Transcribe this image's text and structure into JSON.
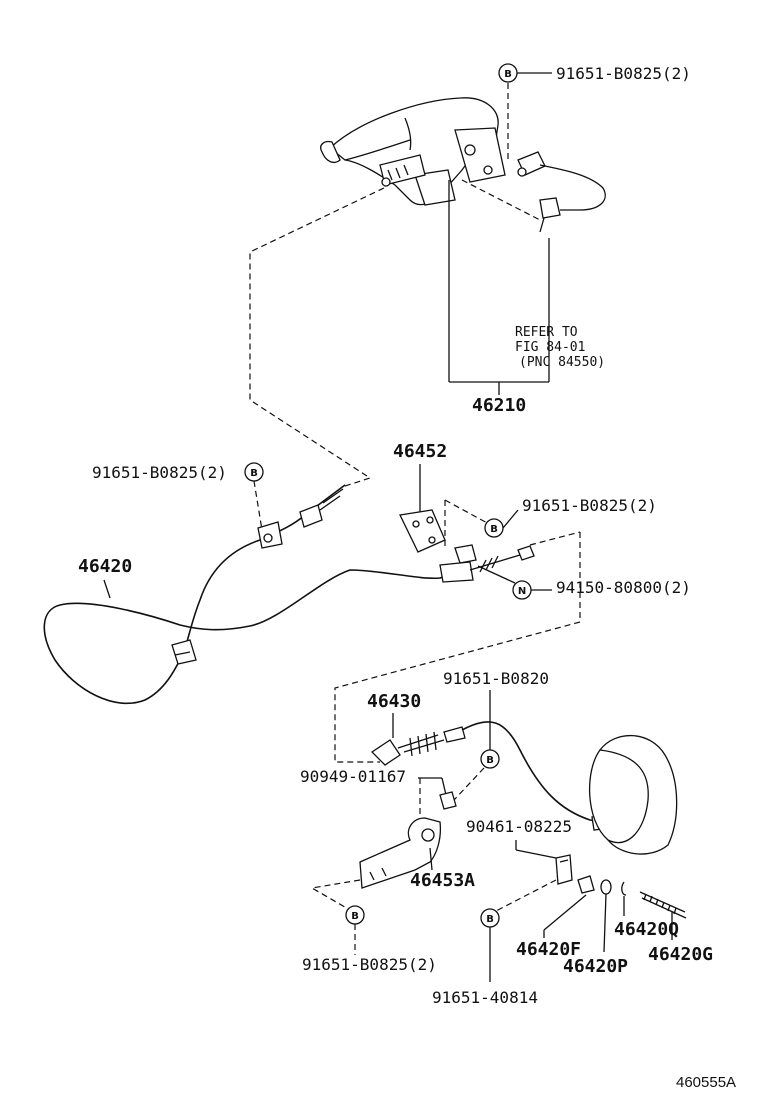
{
  "callouts": {
    "c1": {
      "part_no": "91651-B0825(2)",
      "marker": "B"
    },
    "c2": {
      "part_no": "91651-B0825(2)",
      "marker": "B"
    },
    "c3": {
      "part_no": "91651-B0825(2)",
      "marker": "B"
    },
    "c4": {
      "part_no": "94150-80800(2)",
      "marker": "N"
    },
    "c5": {
      "part_no": "91651-B0820",
      "marker": "B"
    },
    "c6": {
      "part_no": "91651-B0825(2)",
      "marker": "B"
    },
    "c7": {
      "part_no": "91651-40814",
      "marker": "B"
    }
  },
  "labels": {
    "l46210": "46210",
    "l46452": "46452",
    "l46420": "46420",
    "l46430": "46430",
    "l90949": "90949-01167",
    "l90461": "90461-08225",
    "l46453A": "46453A",
    "l46420F": "46420F",
    "l46420Q": "46420Q",
    "l46420P": "46420P",
    "l46420G": "46420G"
  },
  "refer_note": {
    "line1": "REFER TO",
    "line2": "FIG 84-01",
    "line3": "(PNC 84550)"
  },
  "figure_id": "460555A"
}
